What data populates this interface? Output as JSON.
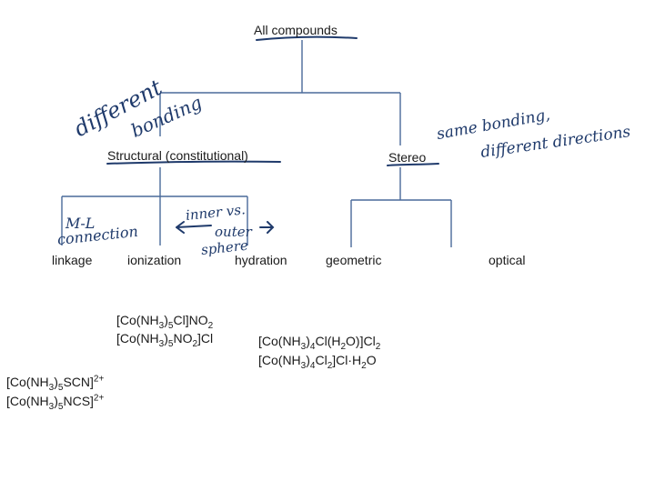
{
  "nodes": {
    "root": "All compounds",
    "structural": "Structural (constitutional)",
    "stereo": "Stereo",
    "linkage": "linkage",
    "ionization": "ionization",
    "hydration": "hydration",
    "geometric": "geometric",
    "optical": "optical"
  },
  "formulas": {
    "ionization": [
      {
        "parts": [
          [
            "t",
            "[Co(NH"
          ],
          [
            "sub",
            "3"
          ],
          [
            "t",
            ")"
          ],
          [
            "sub",
            "5"
          ],
          [
            "t",
            "Cl]NO"
          ],
          [
            "sub",
            "2"
          ]
        ]
      },
      {
        "parts": [
          [
            "t",
            "[Co(NH"
          ],
          [
            "sub",
            "3"
          ],
          [
            "t",
            ")"
          ],
          [
            "sub",
            "5"
          ],
          [
            "t",
            "NO"
          ],
          [
            "sub",
            "2"
          ],
          [
            "t",
            "]Cl"
          ]
        ]
      }
    ],
    "linkage": [
      {
        "parts": [
          [
            "t",
            "[Co(NH"
          ],
          [
            "sub",
            "3"
          ],
          [
            "t",
            ")"
          ],
          [
            "sub",
            "5"
          ],
          [
            "t",
            "SCN]"
          ],
          [
            "sup",
            "2+"
          ]
        ]
      },
      {
        "parts": [
          [
            "t",
            "[Co(NH"
          ],
          [
            "sub",
            "3"
          ],
          [
            "t",
            ")"
          ],
          [
            "sub",
            "5"
          ],
          [
            "t",
            "NCS]"
          ],
          [
            "sup",
            "2+"
          ]
        ]
      }
    ],
    "hydration": [
      {
        "parts": [
          [
            "t",
            "[Co(NH"
          ],
          [
            "sub",
            "3"
          ],
          [
            "t",
            ")"
          ],
          [
            "sub",
            "4"
          ],
          [
            "t",
            "Cl(H"
          ],
          [
            "sub",
            "2"
          ],
          [
            "t",
            "O)]Cl"
          ],
          [
            "sub",
            "2"
          ]
        ]
      },
      {
        "parts": [
          [
            "t",
            "[Co(NH"
          ],
          [
            "sub",
            "3"
          ],
          [
            "t",
            ")"
          ],
          [
            "sub",
            "4"
          ],
          [
            "t",
            "Cl"
          ],
          [
            "sub",
            "2"
          ],
          [
            "t",
            "]Cl·H"
          ],
          [
            "sub",
            "2"
          ],
          [
            "t",
            "O"
          ]
        ]
      }
    ]
  },
  "handwriting": {
    "different_bonding_1": "different",
    "different_bonding_2": "bonding",
    "same_bonding_1": "same bonding,",
    "same_bonding_2": "different directions",
    "linkage_note_1": "M-L",
    "linkage_note_2": "connection",
    "inner_outer_1": "inner vs.",
    "inner_outer_2": "outer",
    "inner_outer_3": "sphere"
  },
  "colors": {
    "line": "#4a6a9a",
    "ink": "#1f3a6b",
    "text": "#1a1a1a"
  }
}
